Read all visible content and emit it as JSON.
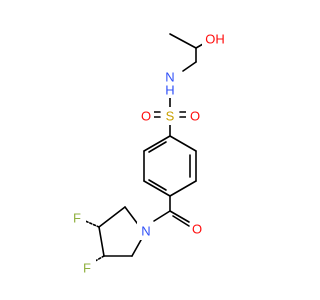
{
  "molecule": {
    "atoms": [
      {
        "id": "oh",
        "label": "OH",
        "color": "#ff0d0d"
      },
      {
        "id": "n",
        "label": "N",
        "color": "#3050f8"
      },
      {
        "id": "h",
        "label": "H",
        "color": "#3050f8"
      },
      {
        "id": "s",
        "label": "S",
        "color": "#c8a000"
      },
      {
        "id": "o1",
        "label": "O",
        "color": "#ff0d0d"
      },
      {
        "id": "o2",
        "label": "O",
        "color": "#ff0d0d"
      },
      {
        "id": "o3",
        "label": "O",
        "color": "#ff0d0d"
      },
      {
        "id": "n2",
        "label": "N",
        "color": "#3050f8"
      },
      {
        "id": "f1",
        "label": "F",
        "color": "#90b040"
      },
      {
        "id": "f2",
        "label": "F",
        "color": "#90b040"
      }
    ]
  }
}
